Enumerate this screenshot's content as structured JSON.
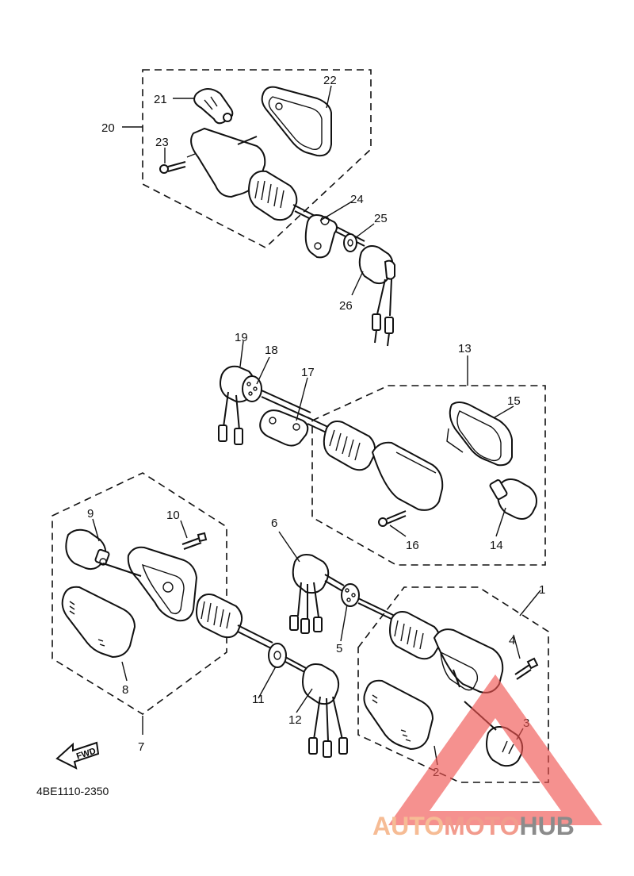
{
  "labels": {
    "l1": "1",
    "l2": "2",
    "l3": "3",
    "l4": "4",
    "l5": "5",
    "l6": "6",
    "l7": "7",
    "l8": "8",
    "l9": "9",
    "l10": "10",
    "l11": "11",
    "l12": "12",
    "l13": "13",
    "l14": "14",
    "l15": "15",
    "l16": "16",
    "l17": "17",
    "l18": "18",
    "l19": "19",
    "l20": "20",
    "l21": "21",
    "l22": "22",
    "l23": "23",
    "l24": "24",
    "l25": "25",
    "l26": "26"
  },
  "fwd_label": "FWD",
  "diagram_code": "4BE1110-2350",
  "watermark": {
    "part1": "AUTO",
    "part2": "MOTO",
    "part3": "HUB",
    "color_auto": "#f5b183",
    "color_moto": "#f08a7a",
    "color_hub": "#777777",
    "triangle_color": "#ef5350"
  }
}
